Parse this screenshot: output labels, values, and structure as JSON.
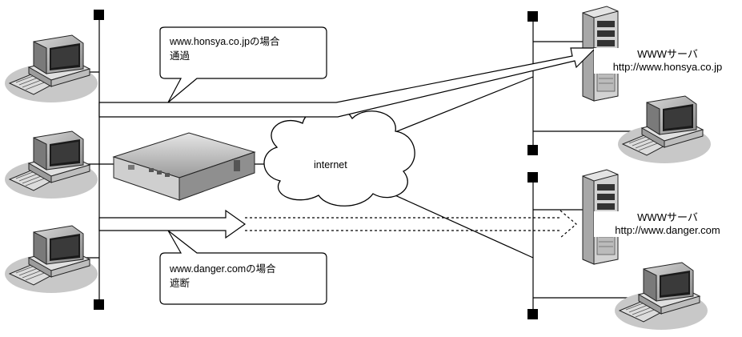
{
  "callouts": [
    {
      "line1": "www.honsya.co.jpの場合",
      "line2": "通過"
    },
    {
      "line1": "www.danger.comの場合",
      "line2": "遮断"
    }
  ],
  "cloud": {
    "label": "internet"
  },
  "servers": [
    {
      "name": "WWWサーバ",
      "url": "http://www.honsya.co.jp"
    },
    {
      "name": "WWWサーバ",
      "url": "http://www.danger.com"
    }
  ]
}
